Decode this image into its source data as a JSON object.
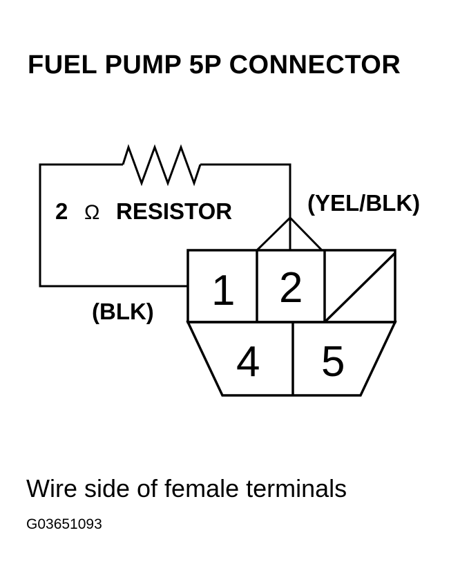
{
  "title": "FUEL PUMP 5P CONNECTOR",
  "resistor": {
    "value": "2",
    "unit_symbol": "Ω",
    "label": "RESISTOR"
  },
  "wires": {
    "right": "(YEL/BLK)",
    "left": "(BLK)"
  },
  "connector": {
    "pins_top": [
      "1",
      "2"
    ],
    "pins_bottom": [
      "4",
      "5"
    ]
  },
  "caption": "Wire side of female terminals",
  "figure_id": "G03651093"
}
